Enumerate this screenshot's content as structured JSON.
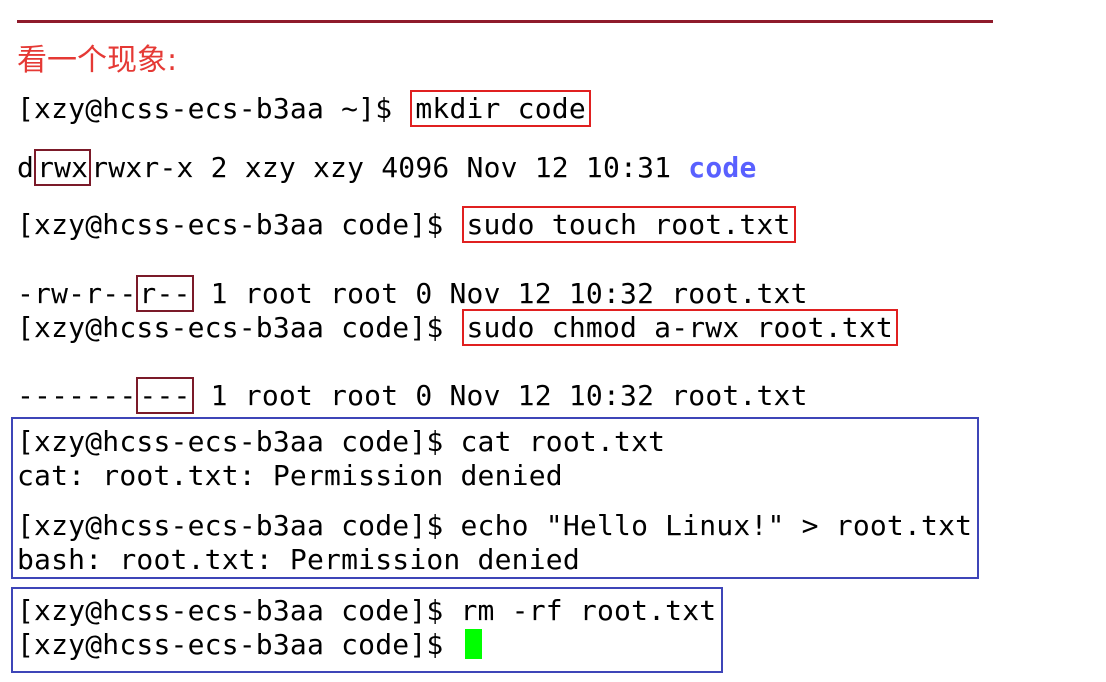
{
  "heading": "看一个现象:",
  "lines": {
    "mkdir_prompt": "[xzy@hcss-ecs-b3aa ~]$ ",
    "mkdir_cmd": "mkdir code",
    "ls_code_prefix": "d",
    "ls_code_owner_perm": "rwx",
    "ls_code_rest": "rwxr-x 2 xzy xzy 4096 Nov 12 10:31 ",
    "ls_code_name": "code",
    "touch_prompt": "[xzy@hcss-ecs-b3aa code]$ ",
    "touch_cmd": "sudo touch root.txt",
    "ls_root1_prefix": "-rw-r--",
    "ls_root1_other": "r--",
    "ls_root1_rest": " 1 root root 0 Nov 12 10:32 root.txt",
    "chmod_prompt": "[xzy@hcss-ecs-b3aa code]$ ",
    "chmod_cmd": "sudo chmod a-rwx root.txt",
    "ls_root2_prefix": "-------",
    "ls_root2_other": "---",
    "ls_root2_rest": " 1 root root 0 Nov 12 10:32 root.txt",
    "cat_line": "[xzy@hcss-ecs-b3aa code]$ cat root.txt",
    "cat_error": "cat: root.txt: Permission denied",
    "echo_line": "[xzy@hcss-ecs-b3aa code]$ echo \"Hello Linux!\" > root.txt",
    "bash_error": "bash: root.txt: Permission denied",
    "rm_line": "[xzy@hcss-ecs-b3aa code]$ rm -rf root.txt",
    "final_prompt": "[xzy@hcss-ecs-b3aa code]$ "
  },
  "colors": {
    "heading": "#e53935",
    "highlight_box": "#e02020",
    "permission_box": "#7b1a29",
    "group_box": "#3e45b8",
    "directory_name": "#5960ff",
    "cursor": "#00ff00"
  }
}
